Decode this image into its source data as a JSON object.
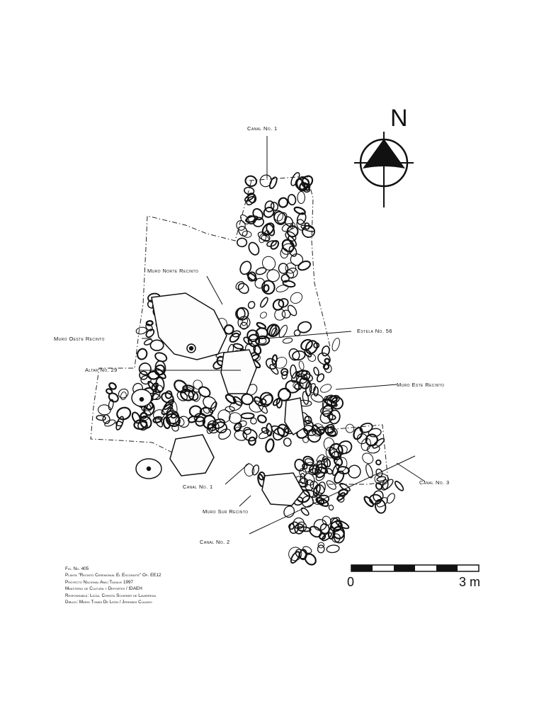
{
  "labels": {
    "canal_1_top": "Canal No. 1",
    "muro_norte": "Muro Norte Recinto",
    "muro_oeste": "Muro Oeste Recinto",
    "estela": "Estela No. 56",
    "altar": "Altar No. 29",
    "muro_este": "Muro Este Recinto",
    "canal_1_bottom": "Canal No. 1",
    "canal_3": "Canal No. 3",
    "muro_sur": "Muro Sur Recinto",
    "canal_2": "Canal No. 2"
  },
  "north": {
    "letter": "N"
  },
  "scale": {
    "start": "0",
    "end": "3 m"
  },
  "caption": [
    "Fig. No. 405",
    "Planta \"Recinto Ceremonial El Escondite\" Op. EE12",
    "Proyecto Nacional Abaj Takalik 1997",
    "Ministerio de Cultura y Deportes / IDAEH",
    "Responsable: Licda. Christa Schieber de Lavarreda",
    "Dibujo: Mario Tomás De León / Jeremías Claudio"
  ]
}
